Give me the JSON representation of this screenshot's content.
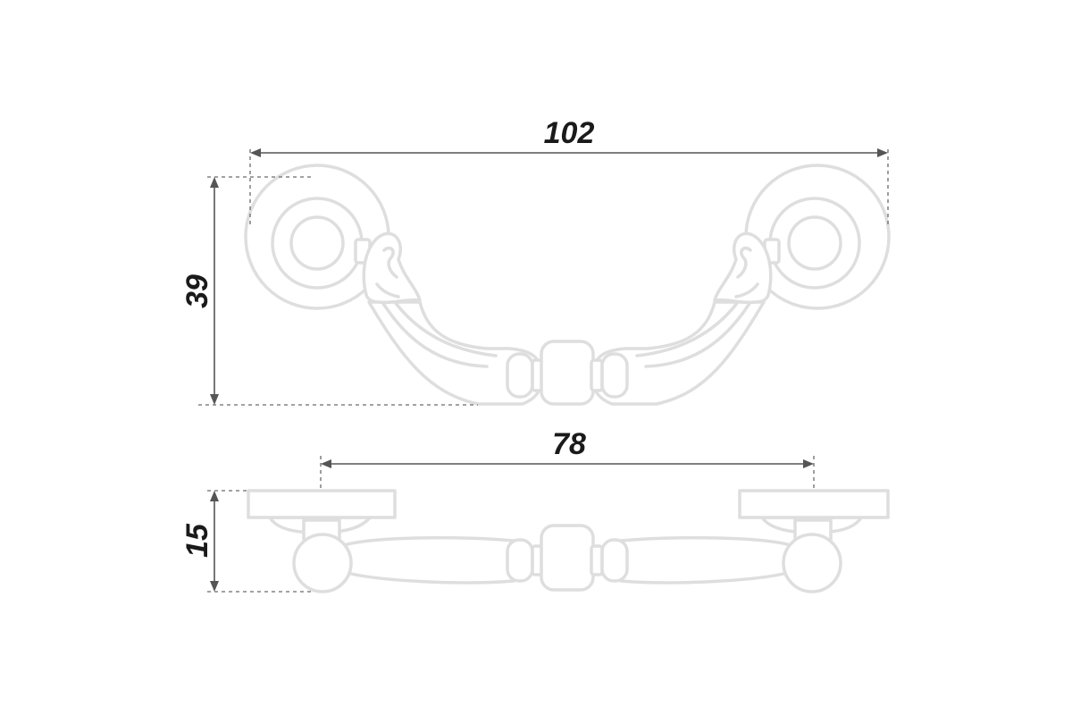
{
  "dimensions": {
    "overall_width": "102",
    "height": "39",
    "mounting_distance": "78",
    "depth": "15"
  }
}
